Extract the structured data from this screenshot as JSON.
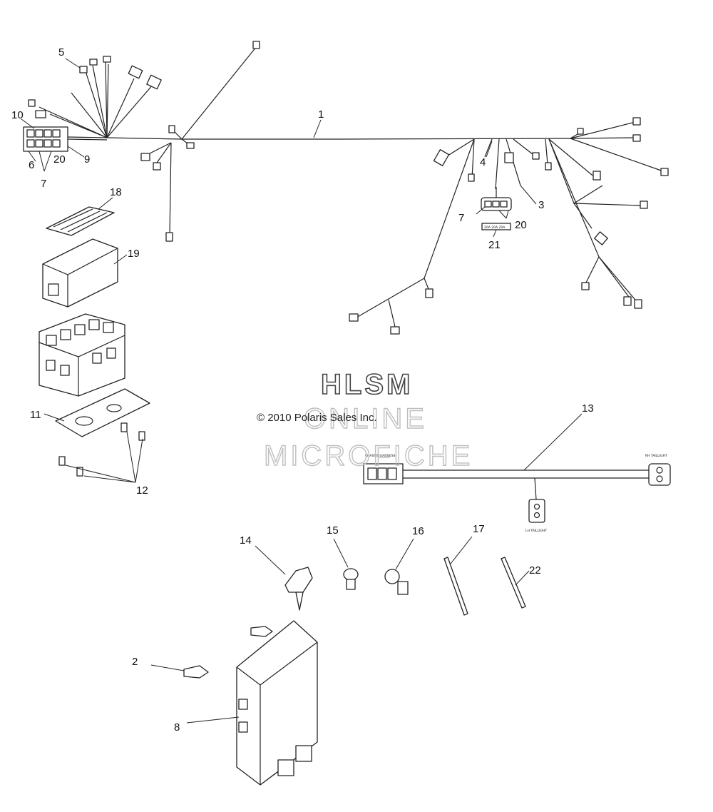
{
  "watermark": {
    "line1": "HLSM",
    "line2": "ONLINE",
    "line3": "MICROFICHE"
  },
  "copyright": "© 2010 Polaris Sales Inc.",
  "callouts": {
    "c1": "1",
    "c2": "2",
    "c3": "3",
    "c4": "4",
    "c5": "5",
    "c6": "6",
    "c7a": "7",
    "c7b": "7",
    "c8": "8",
    "c9": "9",
    "c10": "10",
    "c11": "11",
    "c12": "12",
    "c13": "13",
    "c14": "14",
    "c15": "15",
    "c16": "16",
    "c17": "17",
    "c18": "18",
    "c19": "19",
    "c20a": "20",
    "c20b": "20",
    "c21": "21",
    "c22": "22"
  },
  "connector_labels": {
    "chassis": "CHASSIS HARNESS",
    "rh": "RH TAILLIGHT",
    "lh": "LH TAILLIGHT",
    "fuse_rating": "20A 20A 20A"
  }
}
